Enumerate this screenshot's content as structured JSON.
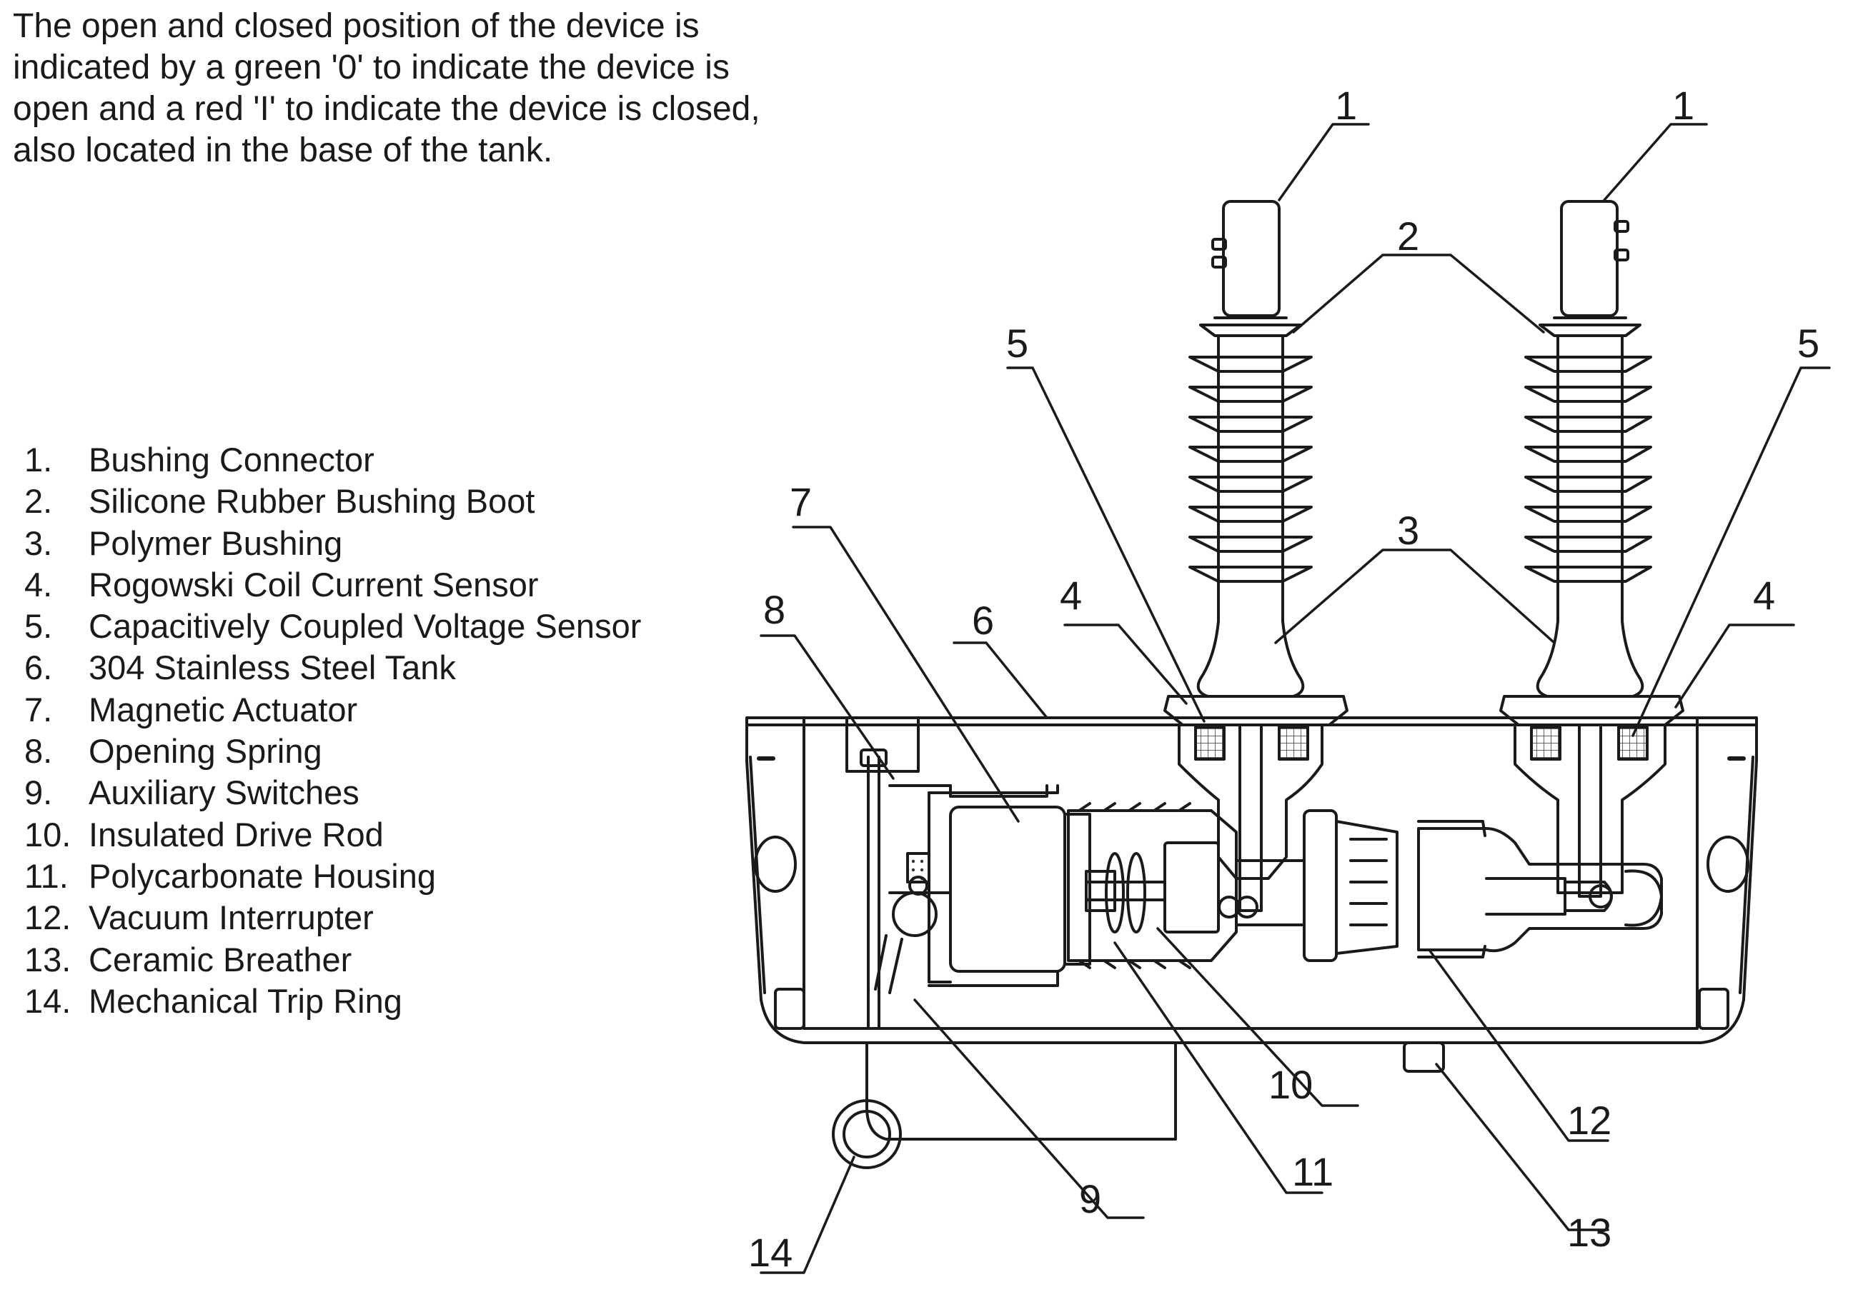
{
  "intro_lines": [
    "The open and closed position of the device is",
    "indicated by a green '0' to indicate the device is",
    "open and a red 'I' to indicate the device is closed,",
    "also located in the base of the tank."
  ],
  "legend": [
    {
      "num": "1.",
      "label": "Bushing Connector"
    },
    {
      "num": "2.",
      "label": "Silicone Rubber Bushing Boot"
    },
    {
      "num": "3.",
      "label": "Polymer Bushing"
    },
    {
      "num": "4.",
      "label": "Rogowski Coil Current Sensor"
    },
    {
      "num": "5.",
      "label": "Capacitively Coupled Voltage Sensor"
    },
    {
      "num": "6.",
      "label": "304 Stainless Steel Tank"
    },
    {
      "num": "7.",
      "label": "Magnetic Actuator"
    },
    {
      "num": "8.",
      "label": "Opening Spring"
    },
    {
      "num": "9.",
      "label": "Auxiliary Switches"
    },
    {
      "num": "10.",
      "label": "Insulated Drive Rod"
    },
    {
      "num": "11.",
      "label": "Polycarbonate Housing"
    },
    {
      "num": "12.",
      "label": "Vacuum Interrupter"
    },
    {
      "num": "13.",
      "label": "Ceramic Breather"
    },
    {
      "num": "14.",
      "label": "Mechanical Trip Ring"
    }
  ],
  "callouts": {
    "c1a": "1",
    "c1b": "1",
    "c2": "2",
    "c3": "3",
    "c4a": "4",
    "c4b": "4",
    "c5a": "5",
    "c5b": "5",
    "c6": "6",
    "c7": "7",
    "c8": "8",
    "c9": "9",
    "c10": "10",
    "c11": "11",
    "c12": "12",
    "c13": "13",
    "c14": "14"
  }
}
